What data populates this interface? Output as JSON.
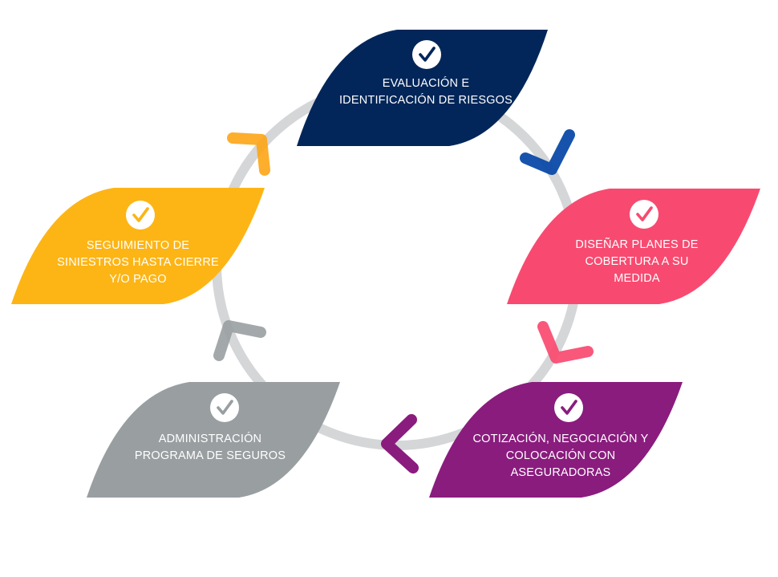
{
  "steps": [
    {
      "id": "evaluacion",
      "lines": [
        "EVALUACIÓN  E",
        "IDENTIFICACIÓN DE RIESGOS"
      ],
      "color": "#022659",
      "icon": "check-circle-icon"
    },
    {
      "id": "disenar",
      "lines": [
        "DISEÑAR  PLANES DE",
        "COBERTURA A SU",
        "MEDIDA"
      ],
      "color": "#F84A70",
      "icon": "check-circle-icon"
    },
    {
      "id": "cotizacion",
      "lines": [
        "COTIZACIÓN, NEGOCIACIÓN Y",
        "COLOCACIÓN CON",
        "ASEGURADORAS"
      ],
      "color": "#8A1C7E",
      "icon": "check-circle-icon"
    },
    {
      "id": "administracion",
      "lines": [
        "ADMINISTRACIÓN",
        "PROGRAMA DE SEGUROS"
      ],
      "color": "#999EA1",
      "icon": "check-circle-icon"
    },
    {
      "id": "seguimiento",
      "lines": [
        "SEGUIMIENTO DE",
        "SINIESTROS HASTA CIERRE",
        "Y/O PAGO"
      ],
      "color": "#FDB515",
      "icon": "check-circle-icon"
    }
  ],
  "cycle": {
    "ring_color": "#D4D6D8",
    "direction": "clockwise"
  },
  "arrows": [
    {
      "from": "evaluacion",
      "to": "disenar",
      "color": "#0B4AA8",
      "icon": "chevron-arrow-icon"
    },
    {
      "from": "disenar",
      "to": "cotizacion",
      "color": "#F84A70",
      "icon": "chevron-arrow-icon"
    },
    {
      "from": "cotizacion",
      "to": "administracion",
      "color": "#8A1C7E",
      "icon": "chevron-arrow-icon"
    },
    {
      "from": "administracion",
      "to": "seguimiento",
      "color": "#999EA1",
      "icon": "chevron-arrow-icon"
    },
    {
      "from": "seguimiento",
      "to": "evaluacion",
      "color": "#FDA515",
      "icon": "chevron-arrow-icon"
    }
  ]
}
